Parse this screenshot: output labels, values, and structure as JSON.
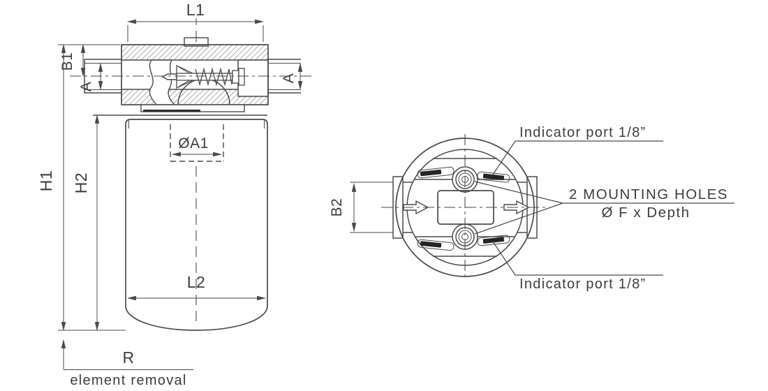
{
  "colors": {
    "line": "#4a4a4a",
    "text": "#3d3d3d",
    "pad_fill": "#242424",
    "background": "#ffffff"
  },
  "side_view": {
    "dim_labels": {
      "l1": "L1",
      "b1": "B1",
      "a_left": "A",
      "a_right": "A",
      "h1": "H1",
      "h2": "H2",
      "dia_a1": "ØA1",
      "l2": "L2",
      "r": "R"
    },
    "notes": {
      "element_removal": "element removal"
    }
  },
  "top_view": {
    "dim_labels": {
      "b2": "B2"
    },
    "annotations": {
      "indicator_top": "Indicator port 1/8”",
      "indicator_bottom": "Indicator port 1/8”",
      "mounting_holes_line1": "2 MOUNTING HOLES",
      "mounting_holes_line2": "Ø F x Depth"
    }
  }
}
